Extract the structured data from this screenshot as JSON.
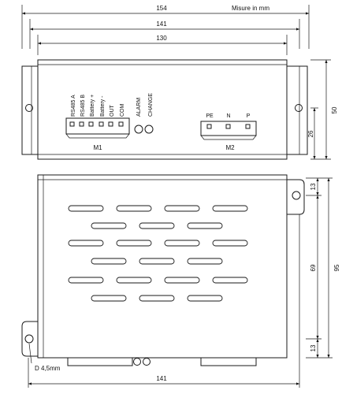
{
  "units_note": "Misure in mm",
  "dimensions": {
    "overall_width": "154",
    "flange_width": "141",
    "body_width": "130",
    "side_height": "50",
    "side_inner": "26",
    "front_top": "13",
    "front_height": "95",
    "front_inner": "69",
    "front_bottom": "13",
    "bottom_width": "141"
  },
  "connector_m1": {
    "name": "M1",
    "pins": [
      "RS485 A",
      "RS485 B",
      "Battery +",
      "Battery -",
      "OUT",
      "COM"
    ]
  },
  "leds": [
    "ALARM",
    "CHANGE"
  ],
  "connector_m2": {
    "name": "M2",
    "pins": [
      "PE",
      "N",
      "P"
    ]
  },
  "hole_label": "D 4,5mm"
}
